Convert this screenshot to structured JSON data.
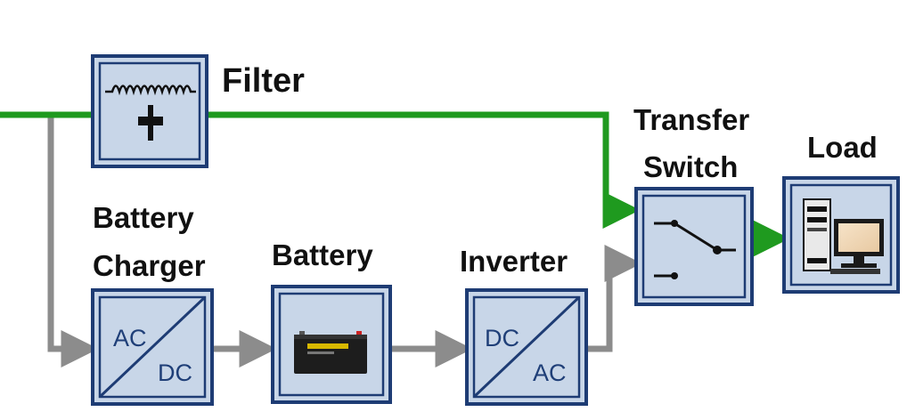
{
  "diagram": {
    "blocks": {
      "filter": {
        "label": "Filter"
      },
      "charger": {
        "label_line1": "Battery",
        "label_line2": "Charger",
        "text_top": "AC",
        "text_bottom": "DC"
      },
      "battery": {
        "label": "Battery"
      },
      "inverter": {
        "label": "Inverter",
        "text_top": "DC",
        "text_bottom": "AC"
      },
      "switch": {
        "label_line1": "Transfer",
        "label_line2": "Switch"
      },
      "load": {
        "label": "Load"
      }
    },
    "colors": {
      "primary_path": "#1f9a1f",
      "backup_path": "#8c8c8c",
      "block_fill": "#c8d6e8",
      "block_border": "#1e3c74"
    }
  }
}
